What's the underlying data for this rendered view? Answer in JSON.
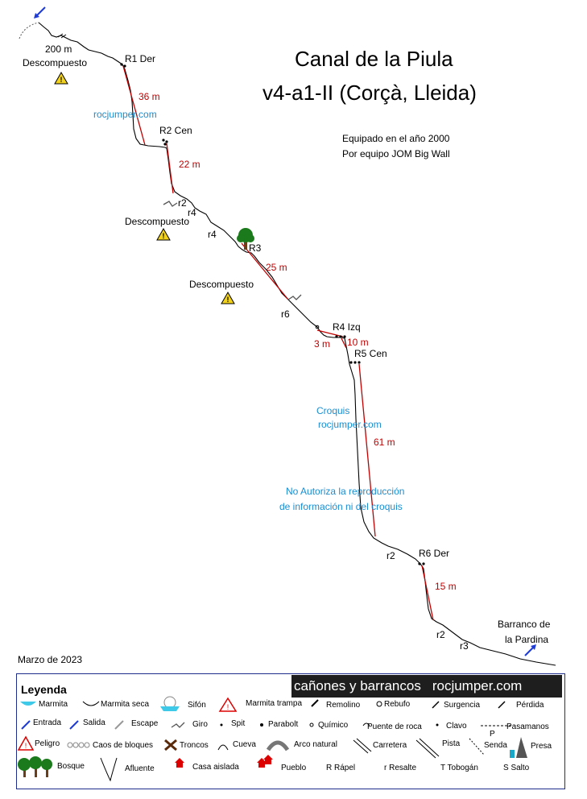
{
  "title_line1": "Canal de la Piula",
  "title_line2": "v4-a1-II (Corçà, Lleida)",
  "equipped": "Equipado en el año 2000",
  "team": "Por equipo JOM Big Wall",
  "date": "Marzo de 2023",
  "top_distance": "200 m",
  "watermark1": "rocjumper.com",
  "watermark2_line1": "Croquis",
  "watermark2_line2": "rocjumper.com",
  "notice_line1": "No Autoriza la reproducción",
  "notice_line2": "de información ni del croquis",
  "warning_label": "Descompuesto",
  "exit_line1": "Barranco de",
  "exit_line2": "la Pardina",
  "rappels": [
    {
      "label": "R1 Der",
      "length": "36 m"
    },
    {
      "label": "R2 Cen",
      "length": "22 m"
    },
    {
      "label": "R3",
      "length": "25 m"
    },
    {
      "label": "R4 Izq",
      "length": "10 m",
      "extra": "3 m"
    },
    {
      "label": "R5 Cen",
      "length": "61 m"
    },
    {
      "label": "R6 Der",
      "length": "15 m"
    }
  ],
  "resaltes": [
    "r2",
    "r4",
    "r4",
    "r6",
    "r2",
    "r2",
    "r3"
  ],
  "brand": {
    "left": "cañones y barrancos",
    "right": "rocjumper.com"
  },
  "legend": {
    "title": "Leyenda",
    "items": {
      "marmita": "Marmita",
      "marmita_seca": "Marmita seca",
      "sifon": "Sifón",
      "marmita_trampa": "Marmita trampa",
      "remolino": "Remolino",
      "rebufo": "Rebufo",
      "surgencia": "Surgencia",
      "perdida": "Pérdida",
      "entrada": "Entrada",
      "salida": "Salida",
      "escape": "Escape",
      "giro": "Giro",
      "spit": "Spit",
      "parabolt": "Parabolt",
      "quimico": "Químico",
      "puente_roca": "Puente de roca",
      "clavo": "Clavo",
      "pasamanos": "Pasamanos",
      "peligro": "Peligro",
      "caos": "Caos de bloques",
      "troncos": "Troncos",
      "cueva": "Cueva",
      "arco": "Arco natural",
      "carretera": "Carretera",
      "pista": "Pista",
      "senda": "Senda",
      "presa": "Presa",
      "p": "P",
      "bosque": "Bosque",
      "afluente": "Afluente",
      "casa": "Casa aislada",
      "pueblo": "Pueblo",
      "rapel": "R Rápel",
      "resalte": "r Resalte",
      "tobogan": "T Tobogán",
      "salto": "S Salto"
    }
  },
  "colors": {
    "rope": "#c00000",
    "watermark": "#1a8ed0",
    "arrow": "#1f3bd6",
    "legend_border": "#1e2c8c"
  }
}
